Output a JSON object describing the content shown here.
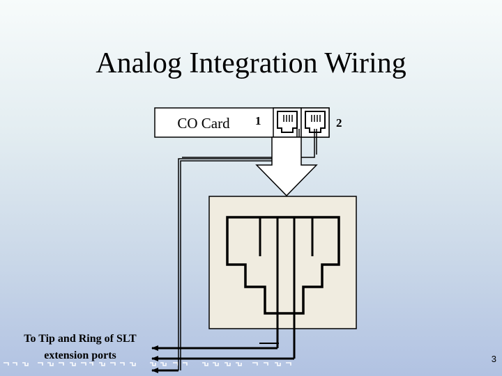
{
  "slide": {
    "title": "Analog Integration Wiring",
    "page_number": "3"
  },
  "diagram": {
    "co_card_label": "CO Card",
    "port_1_label": "1",
    "port_2_label": "2",
    "caption": "To Tip and Ring of SLT extension ports"
  },
  "colors": {
    "jack_fill": "#f0ece0",
    "wire": "#000000"
  }
}
